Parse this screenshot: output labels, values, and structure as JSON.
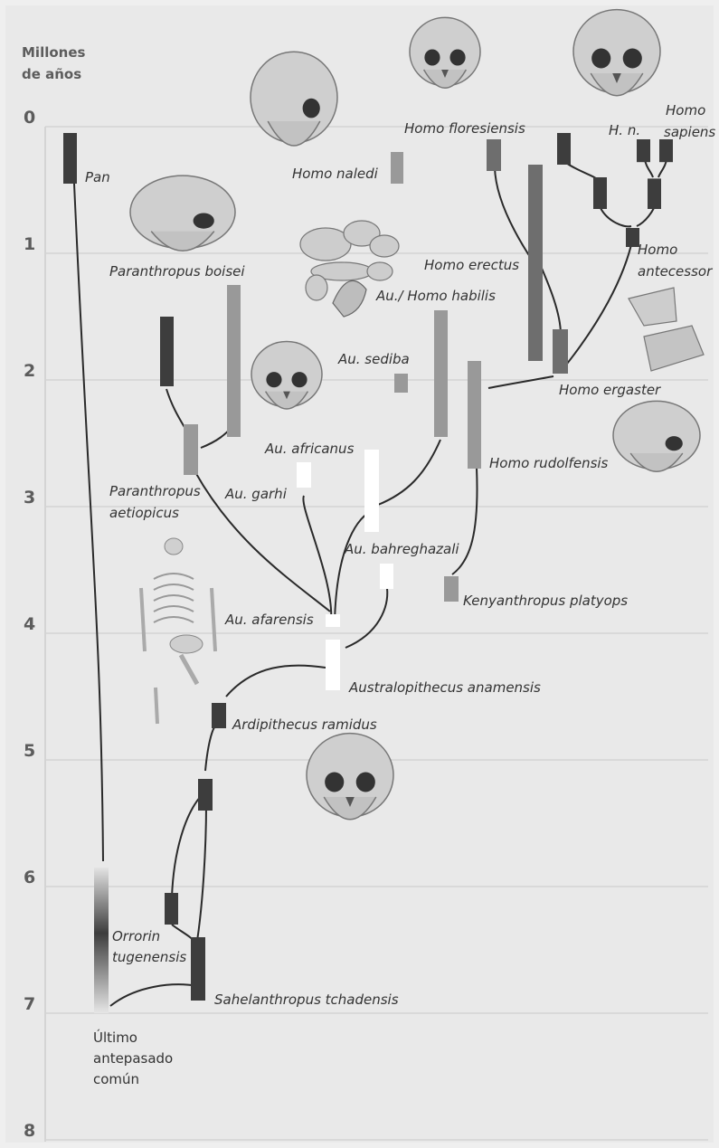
{
  "axis": {
    "title_line1": "Millones",
    "title_line2": "de años",
    "ticks": [
      "0",
      "1",
      "2",
      "3",
      "4",
      "5",
      "6",
      "7",
      "8"
    ]
  },
  "colors": {
    "dark": "#3d3d3d",
    "mid": "#6e6e6e",
    "light": "#999999",
    "lighter": "#b3b3b3",
    "white": "#ffffff",
    "line": "#2a2a2a",
    "grid": "#d4d4d4",
    "tick_text": "#5c5c5c",
    "label_text": "#333333"
  },
  "taxa": [
    {
      "id": "pan",
      "label": "Pan",
      "start_ma": 0.05,
      "end_ma": 0.45,
      "tone": "dark"
    },
    {
      "id": "homo-naledi",
      "label": "Homo naledi",
      "start_ma": 0.2,
      "end_ma": 0.45,
      "tone": "light"
    },
    {
      "id": "homo-floresiensis",
      "label": "Homo floresiensis",
      "start_ma": 0.1,
      "end_ma": 0.35,
      "tone": "mid"
    },
    {
      "id": "homo-erectus",
      "label": "Homo erectus",
      "start_ma": 0.3,
      "end_ma": 1.85,
      "tone": "mid"
    },
    {
      "id": "h-n",
      "label": "H. n.",
      "start_ma": 0.1,
      "end_ma": 0.28,
      "tone": "dark"
    },
    {
      "id": "homo-sapiens",
      "label": "Homo sapiens",
      "start_ma": 0.1,
      "end_ma": 0.28,
      "tone": "dark"
    },
    {
      "id": "homo-antecessor",
      "label": "Homo antecessor",
      "start_ma": 0.8,
      "end_ma": 0.95,
      "tone": "dark"
    },
    {
      "id": "homo-ergaster",
      "label": "Homo ergaster",
      "start_ma": 1.6,
      "end_ma": 1.95,
      "tone": "mid"
    },
    {
      "id": "paranthropus-boisei",
      "label": "Paranthropus boisei",
      "start_ma": 1.25,
      "end_ma": 2.45,
      "tone": "light"
    },
    {
      "id": "paranthropus-aetiopicus",
      "label": "Paranthropus aetiopicus",
      "start_ma": 2.35,
      "end_ma": 2.75,
      "tone": "light"
    },
    {
      "id": "au-homo-habilis",
      "label": "Au./ Homo habilis",
      "start_ma": 1.45,
      "end_ma": 2.45,
      "tone": "light"
    },
    {
      "id": "au-sediba",
      "label": "Au. sediba",
      "start_ma": 1.95,
      "end_ma": 2.1,
      "tone": "light"
    },
    {
      "id": "homo-rudolfensis",
      "label": "Homo rudolfensis",
      "start_ma": 1.85,
      "end_ma": 2.7,
      "tone": "light"
    },
    {
      "id": "au-africanus",
      "label": "Au. africanus",
      "start_ma": 2.55,
      "end_ma": 3.2,
      "tone": "white"
    },
    {
      "id": "au-garhi",
      "label": "Au. garhi",
      "start_ma": 2.65,
      "end_ma": 2.85,
      "tone": "white"
    },
    {
      "id": "au-bahreghazali",
      "label": "Au. bahreghazali",
      "start_ma": 3.45,
      "end_ma": 3.65,
      "tone": "white"
    },
    {
      "id": "kenyanthropus-platyops",
      "label": "Kenyanthropus platyops",
      "start_ma": 3.55,
      "end_ma": 3.75,
      "tone": "light"
    },
    {
      "id": "au-afarensis",
      "label": "Au. afarensis",
      "start_ma": 3.85,
      "end_ma": 3.95,
      "tone": "white"
    },
    {
      "id": "australopithecus-anamensis",
      "label": "Australopithecus anamensis",
      "start_ma": 4.05,
      "end_ma": 4.45,
      "tone": "white"
    },
    {
      "id": "ardipithecus-ramidus",
      "label": "Ardipithecus ramidus",
      "start_ma": 4.55,
      "end_ma": 4.75,
      "tone": "dark"
    },
    {
      "id": "ardipithecus-early",
      "label": "",
      "start_ma": 5.15,
      "end_ma": 5.4,
      "tone": "dark"
    },
    {
      "id": "orrorin-tugenensis",
      "label": "Orrorin tugenensis",
      "start_ma": 6.05,
      "end_ma": 6.3,
      "tone": "dark"
    },
    {
      "id": "sahelanthropus-tchadensis",
      "label": "Sahelanthropus tchadensis",
      "start_ma": 6.4,
      "end_ma": 6.9,
      "tone": "dark"
    },
    {
      "id": "ultimo-antepasado",
      "label": "Último antepasado común",
      "start_ma": 5.85,
      "end_ma": 7.0,
      "tone": "gradient"
    }
  ],
  "illustrations": [
    {
      "id": "skull-top-left",
      "icon": "skull-side-icon"
    },
    {
      "id": "skull-top-middle",
      "icon": "skull-front-icon"
    },
    {
      "id": "skull-top-right",
      "icon": "skull-front-icon"
    },
    {
      "id": "skull-boisei",
      "icon": "skull-side-icon"
    },
    {
      "id": "fragments-habilis",
      "icon": "bone-fragments-icon"
    },
    {
      "id": "fragments-ergaster",
      "icon": "bone-fragments-icon"
    },
    {
      "id": "skull-africanus",
      "icon": "skull-front-icon"
    },
    {
      "id": "skull-rudolfensis",
      "icon": "skull-side-icon"
    },
    {
      "id": "skeleton-afarensis",
      "icon": "skeleton-icon"
    },
    {
      "id": "skull-sahelanthropus",
      "icon": "skull-front-icon"
    }
  ]
}
